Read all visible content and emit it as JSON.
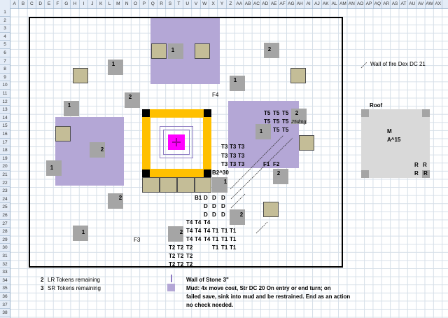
{
  "column_headers": [
    "A",
    "B",
    "C",
    "D",
    "E",
    "F",
    "G",
    "H",
    "I",
    "J",
    "K",
    "L",
    "M",
    "N",
    "O",
    "P",
    "Q",
    "R",
    "S",
    "T",
    "U",
    "V",
    "W",
    "X",
    "Y",
    "Z",
    "AA",
    "AB",
    "AC",
    "AD",
    "AE",
    "AF",
    "AG",
    "AH",
    "AI",
    "AJ",
    "AK",
    "AL",
    "AM",
    "AN",
    "AO",
    "AP",
    "AQ",
    "AR",
    "AS",
    "AT",
    "AU",
    "AV",
    "AW",
    "AX"
  ],
  "row_headers": [
    "1",
    "2",
    "3",
    "4",
    "5",
    "6",
    "7",
    "8",
    "9",
    "10",
    "11",
    "12",
    "13",
    "14",
    "15",
    "16",
    "17",
    "18",
    "19",
    "20",
    "21",
    "22",
    "23",
    "24",
    "25",
    "26",
    "27",
    "28",
    "29",
    "30",
    "31",
    "32",
    "33",
    "34",
    "35",
    "36",
    "37",
    "38"
  ],
  "tokens": {
    "lr": "2",
    "sr": "1"
  },
  "labels": {
    "f4": "F4",
    "f3": "F3",
    "f1": "F1",
    "f2": "F2",
    "b2": "B2^30",
    "b1": "B1",
    "d": "D",
    "damage": "25dmg",
    "wall_of_fire": "Wall of fire Dex DC 21",
    "roof": "Roof",
    "m": "M",
    "a15": "A^15",
    "r": "R"
  },
  "tiers": {
    "t5": "T5",
    "t3": "T3",
    "t4": "T4",
    "t1": "T1",
    "t2": "T2"
  },
  "legend": {
    "lr_count": "2",
    "lr_label": "LR Tokens remaining",
    "sr_count": "3",
    "sr_label": "SR Tokens remaining",
    "wall_stone": "Wall of Stone 3\"",
    "mud_line1": "Mud: 4x move cost, Str DC 20 On entry or end turn; on",
    "mud_line2": "failed save, sink into mud and be restrained. End as an action",
    "mud_line3": "no check needed."
  },
  "colors": {
    "mud": "#b4a7d6",
    "token": "#a5a5a5",
    "tile": "#c4bd97",
    "wall": "#ffc000",
    "center": "#ff00ff",
    "roof": "#d9d9d9"
  }
}
